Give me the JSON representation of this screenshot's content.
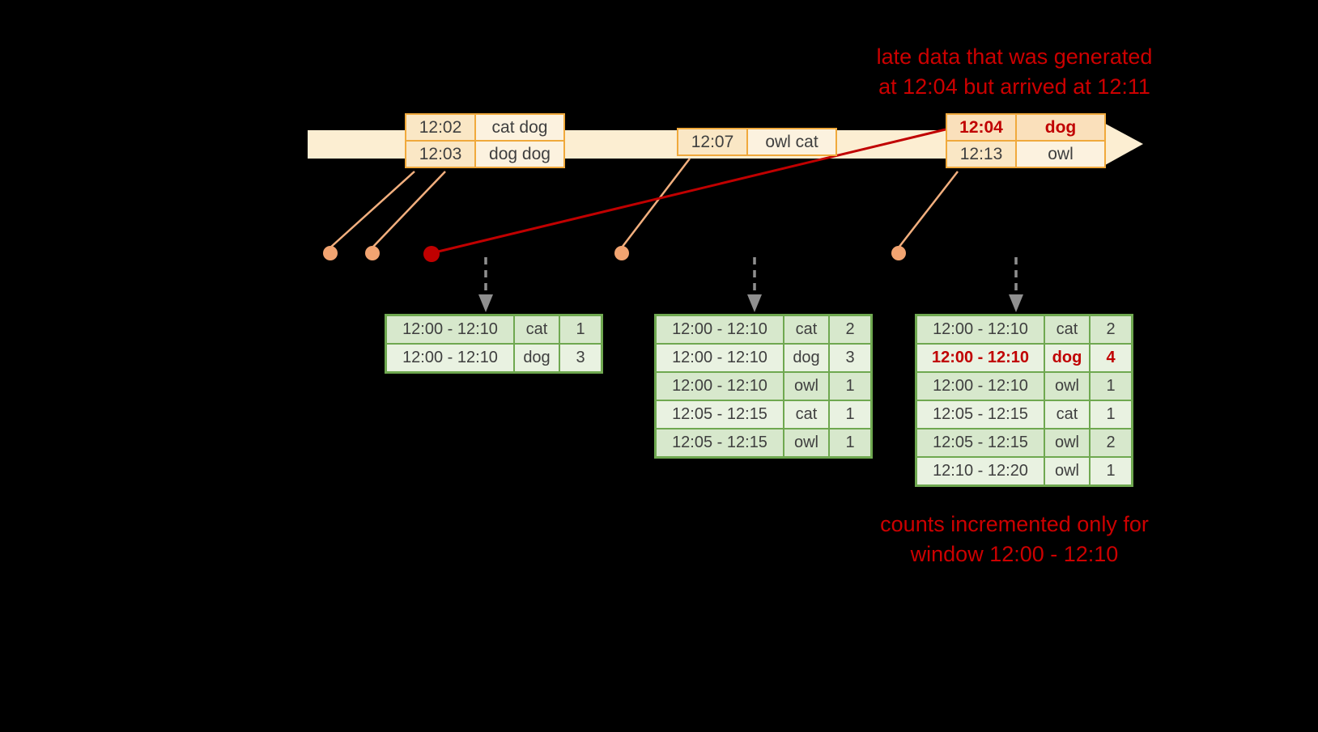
{
  "colors": {
    "background": "#000000",
    "timeline_band": "#FCEED2",
    "event_border": "#F0A93C",
    "event_time_fill": "#FAE7C5",
    "event_word_fill": "#FCF2DF",
    "late_event_fill": "#FAE0BB",
    "connector_line": "#F2AF7E",
    "event_dot": "#F2A471",
    "late_red": "#C00000",
    "trigger_arrow_gray": "#8F8F8F",
    "table_border_green": "#6FA850",
    "row_fill_dark": "#D7E8CC",
    "row_fill_light": "#E9F2E1",
    "table_text": "#3F3F3F"
  },
  "annotations": {
    "late_data_note": "late data that was generated\nat 12:04 but arrived at 12:11",
    "counts_note": "counts incremented only for\nwindow 12:00 - 12:10"
  },
  "timeline": {
    "events": [
      {
        "rows": [
          {
            "time": "12:02",
            "words": "cat dog"
          },
          {
            "time": "12:03",
            "words": "dog dog"
          }
        ]
      },
      {
        "rows": [
          {
            "time": "12:07",
            "words": "owl cat"
          }
        ]
      },
      {
        "rows": [
          {
            "time": "12:04",
            "words": "dog",
            "late": true
          },
          {
            "time": "12:13",
            "words": "owl"
          }
        ]
      }
    ]
  },
  "tables": [
    {
      "rows": [
        {
          "window": "12:00 - 12:10",
          "word": "cat",
          "count": "1"
        },
        {
          "window": "12:00 - 12:10",
          "word": "dog",
          "count": "3"
        }
      ]
    },
    {
      "rows": [
        {
          "window": "12:00 - 12:10",
          "word": "cat",
          "count": "2"
        },
        {
          "window": "12:00 - 12:10",
          "word": "dog",
          "count": "3"
        },
        {
          "window": "12:00 - 12:10",
          "word": "owl",
          "count": "1"
        },
        {
          "window": "12:05 - 12:15",
          "word": "cat",
          "count": "1"
        },
        {
          "window": "12:05 - 12:15",
          "word": "owl",
          "count": "1"
        }
      ]
    },
    {
      "rows": [
        {
          "window": "12:00 - 12:10",
          "word": "cat",
          "count": "2"
        },
        {
          "window": "12:00 - 12:10",
          "word": "dog",
          "count": "4",
          "highlight": true
        },
        {
          "window": "12:00 - 12:10",
          "word": "owl",
          "count": "1"
        },
        {
          "window": "12:05 - 12:15",
          "word": "cat",
          "count": "1"
        },
        {
          "window": "12:05 - 12:15",
          "word": "owl",
          "count": "2"
        },
        {
          "window": "12:10 - 12:20",
          "word": "owl",
          "count": "1"
        }
      ]
    }
  ]
}
